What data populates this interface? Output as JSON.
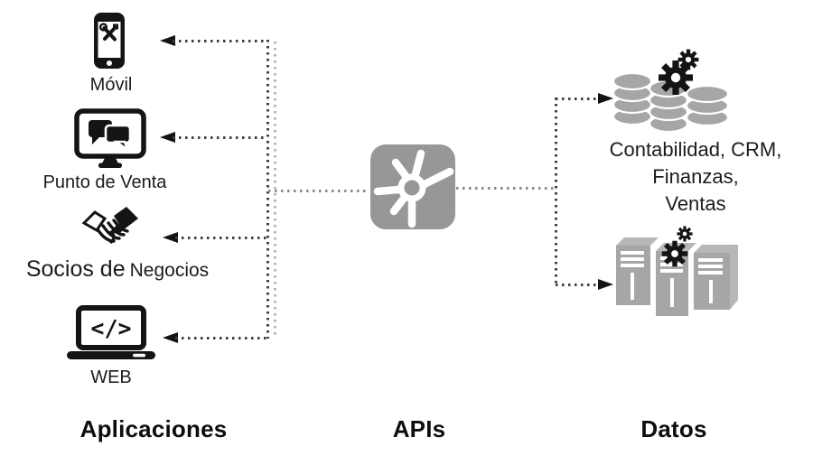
{
  "sections": {
    "applications": "Aplicaciones",
    "apis": "APIs",
    "data": "Datos"
  },
  "apps": {
    "items": [
      {
        "label": "Móvil",
        "icon": "mobile-phone-tools-icon"
      },
      {
        "label": "Punto de Venta",
        "icon": "pos-monitor-chat-icon"
      },
      {
        "label": "Socios de",
        "label2": "Negocios",
        "icon": "handshake-icon"
      },
      {
        "label": "WEB",
        "icon": "laptop-code-icon"
      }
    ],
    "web_code_glyph": "</>"
  },
  "apis": {
    "icon": "api-hub-icon"
  },
  "datos": {
    "caption_lines": [
      "Contabilidad, CRM,",
      "Finanzas,",
      "Ventas"
    ],
    "icons": [
      "databases-gears-icon",
      "servers-gears-icon"
    ]
  },
  "colors": {
    "line_dark": "#3f3f3f",
    "line_mid": "#8a8a8a",
    "line_light": "#b6b6b6",
    "arrow_black": "#141414",
    "icon_black": "#141414",
    "api_gray": "#97979a",
    "asset_gray": "#a6a6a6",
    "asset_gray_light": "#b7b7b7",
    "gear_black": "#141414",
    "text": "#1c1c1c"
  }
}
